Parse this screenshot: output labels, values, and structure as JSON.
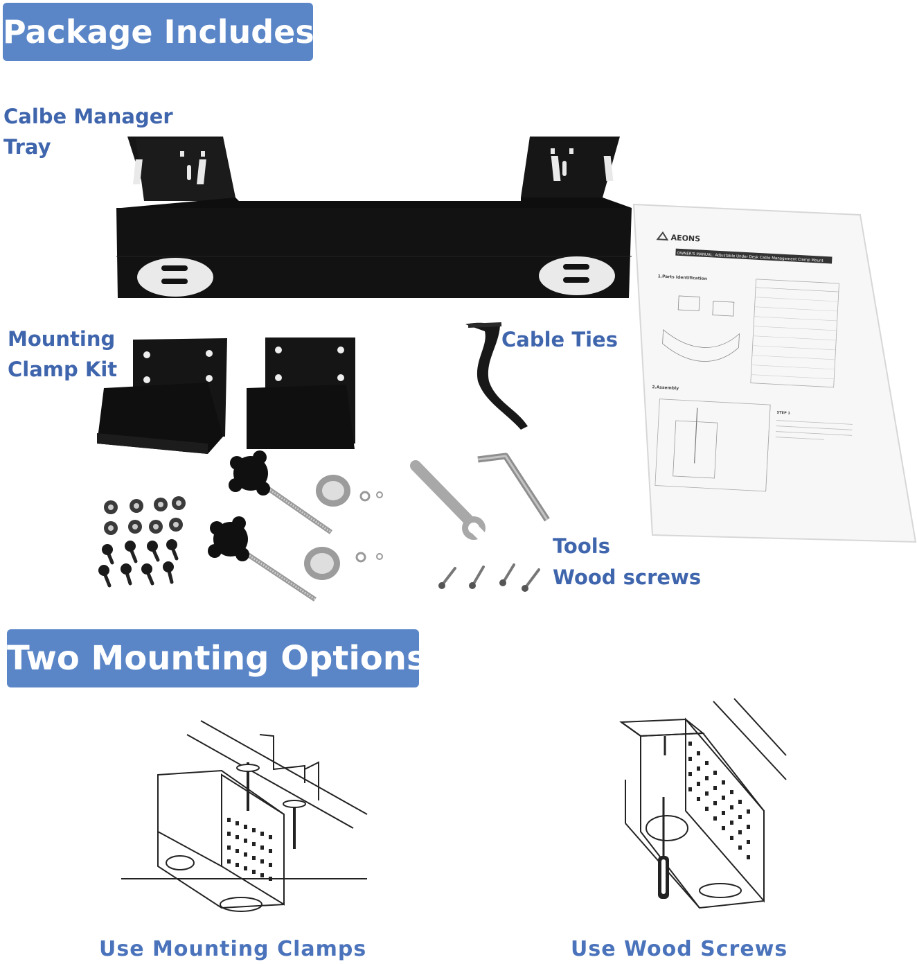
{
  "headings": {
    "package_includes": "Package Includes",
    "two_mounting_options": "Two Mounting Options"
  },
  "labels": {
    "tray_line1": "Calbe Manager",
    "tray_line2": "Tray",
    "clamp_line1": "Mounting",
    "clamp_line2": "Clamp Kit",
    "cable_ties": "Cable Ties",
    "tools": "Tools",
    "wood_screws": "Wood screws"
  },
  "manual": {
    "brand": "AEONS",
    "title": "OWNER'S MANUAL: Adjustable Under Desk Cable Management Clamp Mount",
    "section1": "1.Parts Identification",
    "section2": "2.Assembly",
    "step": "STEP 1"
  },
  "captions": {
    "option1": "Use Mounting Clamps",
    "option2": "Use Wood Screws"
  },
  "colors": {
    "banner": "#5a86c8",
    "label": "#3f65ad",
    "product": "#111111"
  }
}
